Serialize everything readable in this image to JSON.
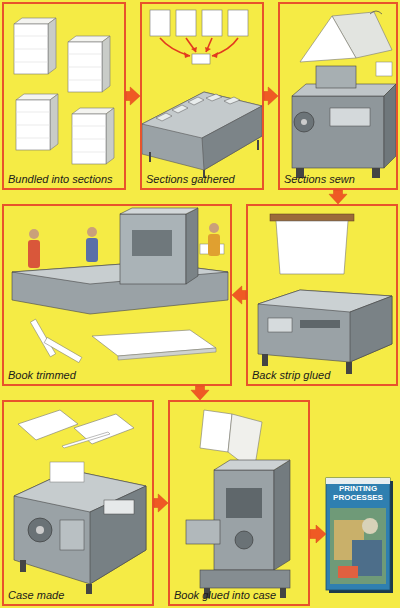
{
  "diagram": {
    "nodes": [
      {
        "text": [
          "Bundled into sections"
        ]
      },
      {
        "text": [
          "Sections gathered"
        ]
      },
      {
        "text": [
          "Sections sewn"
        ]
      },
      {
        "text": [
          "Book trimmed"
        ]
      },
      {
        "text": [
          "Back strip glued"
        ]
      },
      {
        "text": [
          "Case made"
        ]
      },
      {
        "text": [
          "Book glued into case"
        ]
      },
      {
        "text": [
          "PRINTING PROCESSES"
        ]
      }
    ],
    "edges": [
      {
        "from": 0,
        "to": 1,
        "arrow": "to"
      },
      {
        "from": 1,
        "to": 2,
        "arrow": "to"
      },
      {
        "from": 2,
        "to": 4,
        "arrow": "to"
      },
      {
        "from": 4,
        "to": 3,
        "arrow": "to"
      },
      {
        "from": 3,
        "to": 6,
        "arrow": "to"
      },
      {
        "from": 5,
        "to": 6,
        "arrow": "to"
      },
      {
        "from": 6,
        "to": 7,
        "arrow": "to"
      }
    ]
  }
}
